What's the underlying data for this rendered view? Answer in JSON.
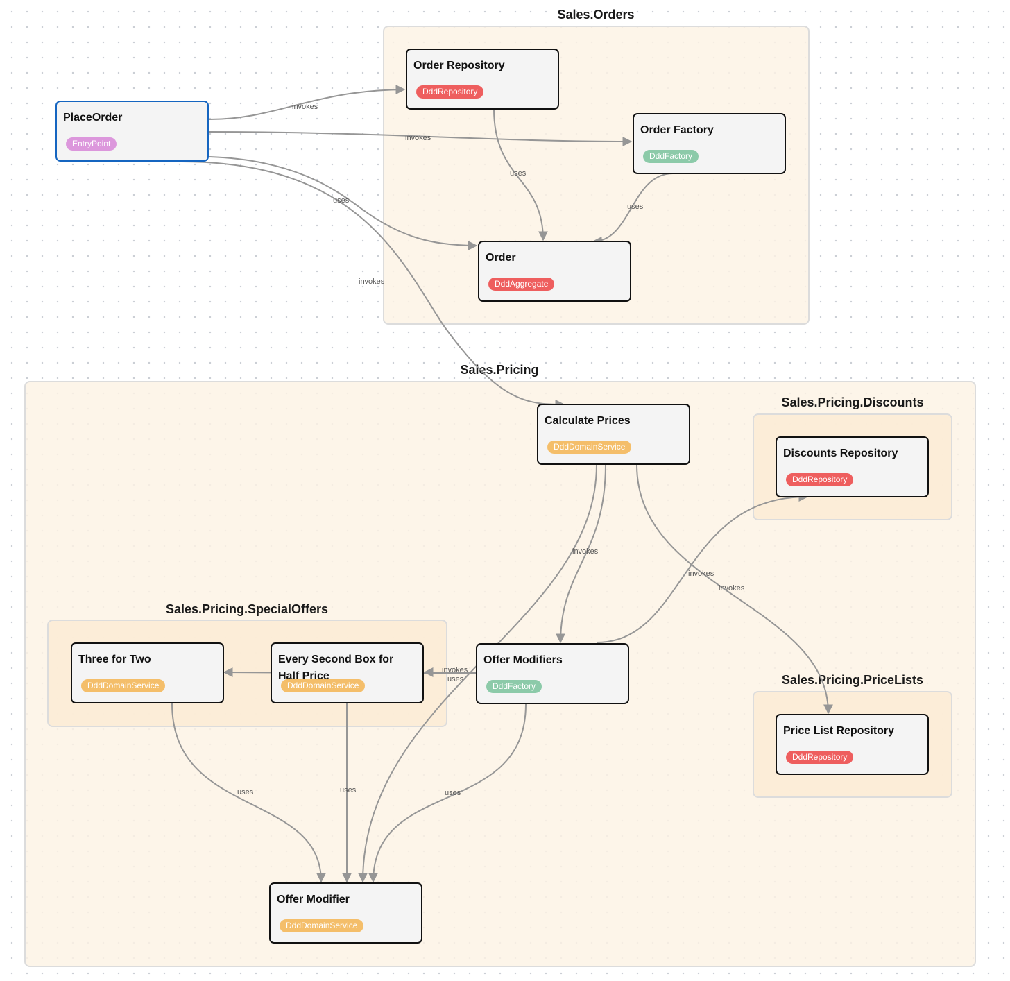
{
  "colors": {
    "DddRepository": "#ee5e5e",
    "DddFactory": "#8ccaa9",
    "DddAggregate": "#ee5e5e",
    "DddDomainService": "#f4be6a",
    "EntryPoint": "#dc97dc",
    "edge": "#969696"
  },
  "groups": [
    {
      "id": "orders",
      "title": "Sales.Orders"
    },
    {
      "id": "pricing",
      "title": "Sales.Pricing"
    },
    {
      "id": "discounts",
      "title": "Sales.Pricing.Discounts"
    },
    {
      "id": "specialoffers",
      "title": "Sales.Pricing.SpecialOffers"
    },
    {
      "id": "pricelists",
      "title": "Sales.Pricing.PriceLists"
    }
  ],
  "nodes": [
    {
      "id": "placeorder",
      "title": "PlaceOrder",
      "badge": "EntryPoint"
    },
    {
      "id": "orderrepo",
      "title": "Order Repository",
      "badge": "DddRepository"
    },
    {
      "id": "orderfactory",
      "title": "Order Factory",
      "badge": "DddFactory"
    },
    {
      "id": "order",
      "title": "Order",
      "badge": "DddAggregate"
    },
    {
      "id": "calcprices",
      "title": "Calculate Prices",
      "badge": "DddDomainService"
    },
    {
      "id": "discountsrepo",
      "title": "Discounts Repository",
      "badge": "DddRepository"
    },
    {
      "id": "threefortwo",
      "title": "Three for Two",
      "badge": "DddDomainService"
    },
    {
      "id": "everysecond",
      "title": "Every Second Box for Half Price",
      "badge": "DddDomainService"
    },
    {
      "id": "offermodifiers",
      "title": "Offer Modifiers",
      "badge": "DddFactory"
    },
    {
      "id": "pricelistrepo",
      "title": "Price List Repository",
      "badge": "DddRepository"
    },
    {
      "id": "offermodifier",
      "title": "Offer Modifier",
      "badge": "DddDomainService"
    }
  ],
  "edges": [
    {
      "id": "e1",
      "label": "invokes"
    },
    {
      "id": "e2",
      "label": "invokes"
    },
    {
      "id": "e3",
      "label": "uses"
    },
    {
      "id": "e4",
      "label": "invokes"
    },
    {
      "id": "e5",
      "label": "uses"
    },
    {
      "id": "e6",
      "label": "uses"
    },
    {
      "id": "e7",
      "label": "invokes"
    },
    {
      "id": "e8",
      "label": "invokes"
    },
    {
      "id": "e9",
      "label": "uses"
    },
    {
      "id": "e10",
      "label": "invokes"
    },
    {
      "id": "e11",
      "label": "invokes"
    },
    {
      "id": "e12",
      "label": "uses"
    },
    {
      "id": "e13",
      "label": "invokes"
    },
    {
      "id": "e14",
      "label": "uses"
    },
    {
      "id": "e15",
      "label": "uses"
    },
    {
      "id": "e16",
      "label": "uses"
    },
    {
      "id": "e17",
      "label": "uses"
    },
    {
      "id": "e18",
      "label": "uses"
    }
  ]
}
